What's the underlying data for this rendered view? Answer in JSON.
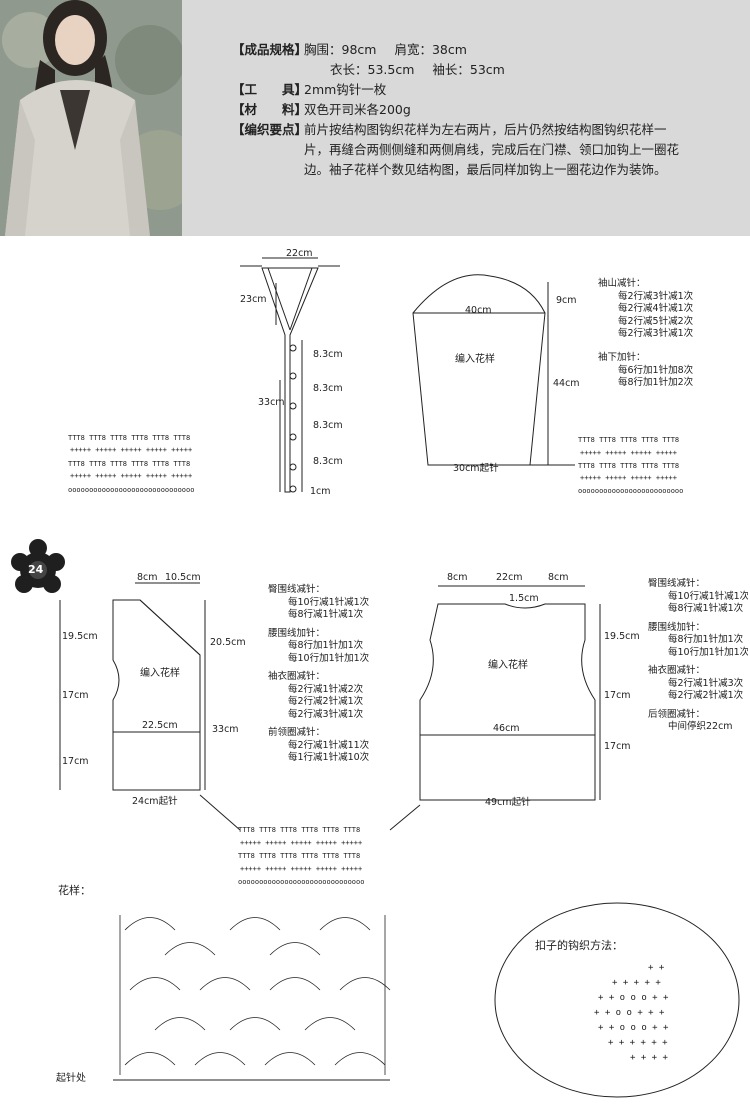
{
  "page_number": "24",
  "specs": {
    "size_key": "【成品规格】",
    "chest": "胸围：98cm",
    "shoulder": "肩宽：38cm",
    "length": "衣长：53.5cm",
    "sleeve": "袖长：53cm",
    "tool_key": "【工　　具】",
    "tool_val": "2mm钩针一枚",
    "mat_key": "【材　　料】",
    "mat_val": "双色开司米各200g",
    "tips_key": "【编织要点】",
    "tips_line1": "前片按结构图钩织花样为左右两片，后片仍然按结构图钩织花样一",
    "tips_line2": "片，再缝合两侧侧缝和两侧肩线，完成后在门襟、领口加钩上一圈花",
    "tips_line3": "边。袖子花样个数见结构图，最后同样加钩上一圈花边作为装饰。"
  },
  "collar": {
    "top": "22cm",
    "left": "23cm",
    "b1": "8.3cm",
    "b2": "8.3cm",
    "b3": "8.3cm",
    "b4": "8.3cm",
    "total": "33cm",
    "bottom": "1cm"
  },
  "sleeve": {
    "width": "40cm",
    "pattern": "编入花样",
    "cap": "9cm",
    "body": "44cm",
    "start": "30cm起针",
    "notes": {
      "cap_title": "袖山减针：",
      "cap": [
        "每2行减3针减1次",
        "每2行减4针减1次",
        "每2行减5针减2次",
        "每2行减3针减1次"
      ],
      "under_title": "袖下加针：",
      "under": [
        "每6行加1针加8次",
        "每8行加1针加2次"
      ]
    }
  },
  "front": {
    "top1": "8cm",
    "top2": "10.5cm",
    "h1": "19.5cm",
    "h2": "17cm",
    "h3": "17cm",
    "right1": "20.5cm",
    "right2": "33cm",
    "pattern": "编入花样",
    "mid": "22.5cm",
    "start": "24cm起针",
    "notes": {
      "t1": "臀围线减针：",
      "l1": [
        "每10行减1针减1次",
        "每8行减1针减1次"
      ],
      "t2": "腰围线加针：",
      "l2": [
        "每8行加1针加1次",
        "每10行加1针加1次"
      ],
      "t3": "袖衣圈减针：",
      "l3": [
        "每2行减1针减2次",
        "每2行减2针减1次",
        "每2行减3针减1次"
      ],
      "t4": "前领圈减针：",
      "l4": [
        "每2行减1针减11次",
        "每1行减1针减10次"
      ]
    }
  },
  "back": {
    "top1": "8cm",
    "top2": "22cm",
    "top3": "8cm",
    "neck": "1.5cm",
    "h1": "19.5cm",
    "h2": "17cm",
    "h3": "17cm",
    "pattern": "编入花样",
    "mid": "46cm",
    "start": "49cm起针",
    "notes": {
      "t1": "臀围线减针：",
      "l1": [
        "每10行减1针减1次",
        "每8行减1针减1次"
      ],
      "t2": "腰围线加针：",
      "l2": [
        "每8行加1针加1次",
        "每10行加1针加1次"
      ],
      "t3": "袖衣圈减针：",
      "l3": [
        "每2行减1针减3次",
        "每2行减2针减1次"
      ],
      "t4": "后领圈减针：",
      "l4": [
        "中间停织22cm"
      ]
    }
  },
  "pattern_label": "花样：",
  "start_label": "起针处",
  "button_label": "扣子的钩织方法：",
  "colors": {
    "header_bg": "#d9d9d9",
    "ink": "#222222"
  }
}
